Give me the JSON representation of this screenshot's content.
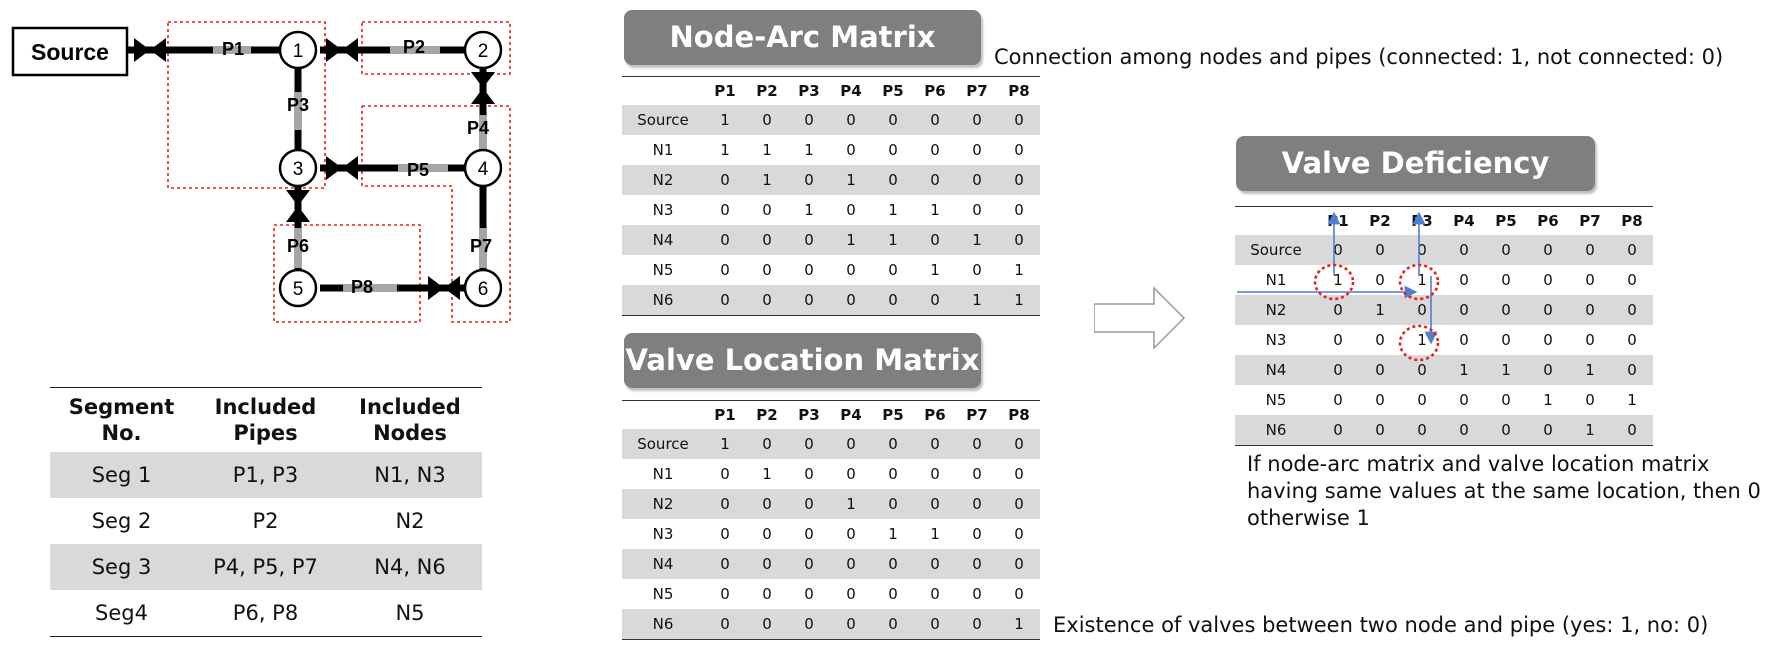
{
  "network": {
    "source_label": "Source",
    "nodes": [
      "1",
      "2",
      "3",
      "4",
      "5",
      "6"
    ],
    "pipes": [
      "P1",
      "P2",
      "P3",
      "P4",
      "P5",
      "P6",
      "P7",
      "P8"
    ]
  },
  "segment_table": {
    "headers": [
      [
        "Segment",
        "No."
      ],
      [
        "Included",
        "Pipes"
      ],
      [
        "Included",
        "Nodes"
      ]
    ],
    "rows": [
      [
        "Seg 1",
        "P1, P3",
        "N1, N3"
      ],
      [
        "Seg 2",
        "P2",
        "N2"
      ],
      [
        "Seg 3",
        "P4, P5, P7",
        "N4, N6"
      ],
      [
        "Seg4",
        "P6, P8",
        "N5"
      ]
    ]
  },
  "node_arc": {
    "title": "Node-Arc Matrix",
    "note": "Connection among nodes and pipes (connected: 1, not connected: 0)",
    "columns": [
      "P1",
      "P2",
      "P3",
      "P4",
      "P5",
      "P6",
      "P7",
      "P8"
    ],
    "rows": [
      {
        "label": "Source",
        "values": [
          "1",
          "0",
          "0",
          "0",
          "0",
          "0",
          "0",
          "0"
        ]
      },
      {
        "label": "N1",
        "values": [
          "1",
          "1",
          "1",
          "0",
          "0",
          "0",
          "0",
          "0"
        ]
      },
      {
        "label": "N2",
        "values": [
          "0",
          "1",
          "0",
          "1",
          "0",
          "0",
          "0",
          "0"
        ]
      },
      {
        "label": "N3",
        "values": [
          "0",
          "0",
          "1",
          "0",
          "1",
          "1",
          "0",
          "0"
        ]
      },
      {
        "label": "N4",
        "values": [
          "0",
          "0",
          "0",
          "1",
          "1",
          "0",
          "1",
          "0"
        ]
      },
      {
        "label": "N5",
        "values": [
          "0",
          "0",
          "0",
          "0",
          "0",
          "1",
          "0",
          "1"
        ]
      },
      {
        "label": "N6",
        "values": [
          "0",
          "0",
          "0",
          "0",
          "0",
          "0",
          "1",
          "1"
        ]
      }
    ]
  },
  "valve_location": {
    "title": "Valve Location Matrix",
    "note": "Existence of valves between two node and pipe (yes: 1, no: 0)",
    "columns": [
      "P1",
      "P2",
      "P3",
      "P4",
      "P5",
      "P6",
      "P7",
      "P8"
    ],
    "rows": [
      {
        "label": "Source",
        "values": [
          "1",
          "0",
          "0",
          "0",
          "0",
          "0",
          "0",
          "0"
        ]
      },
      {
        "label": "N1",
        "values": [
          "0",
          "1",
          "0",
          "0",
          "0",
          "0",
          "0",
          "0"
        ]
      },
      {
        "label": "N2",
        "values": [
          "0",
          "0",
          "0",
          "1",
          "0",
          "0",
          "0",
          "0"
        ]
      },
      {
        "label": "N3",
        "values": [
          "0",
          "0",
          "0",
          "0",
          "1",
          "1",
          "0",
          "0"
        ]
      },
      {
        "label": "N4",
        "values": [
          "0",
          "0",
          "0",
          "0",
          "0",
          "0",
          "0",
          "0"
        ]
      },
      {
        "label": "N5",
        "values": [
          "0",
          "0",
          "0",
          "0",
          "0",
          "0",
          "0",
          "0"
        ]
      },
      {
        "label": "N6",
        "values": [
          "0",
          "0",
          "0",
          "0",
          "0",
          "0",
          "0",
          "1"
        ]
      }
    ]
  },
  "valve_deficiency": {
    "title": "Valve Deficiency Matrix",
    "note_lines": [
      "If node-arc matrix and valve location matrix",
      "having same values at the same location, then 0",
      "otherwise 1"
    ],
    "columns": [
      "P1",
      "P2",
      "P3",
      "P4",
      "P5",
      "P6",
      "P7",
      "P8"
    ],
    "rows": [
      {
        "label": "Source",
        "values": [
          "0",
          "0",
          "0",
          "0",
          "0",
          "0",
          "0",
          "0"
        ]
      },
      {
        "label": "N1",
        "values": [
          "1",
          "0",
          "1",
          "0",
          "0",
          "0",
          "0",
          "0"
        ]
      },
      {
        "label": "N2",
        "values": [
          "0",
          "1",
          "0",
          "0",
          "0",
          "0",
          "0",
          "0"
        ]
      },
      {
        "label": "N3",
        "values": [
          "0",
          "0",
          "1",
          "0",
          "0",
          "0",
          "0",
          "0"
        ]
      },
      {
        "label": "N4",
        "values": [
          "0",
          "0",
          "0",
          "1",
          "1",
          "0",
          "1",
          "0"
        ]
      },
      {
        "label": "N5",
        "values": [
          "0",
          "0",
          "0",
          "0",
          "0",
          "1",
          "0",
          "1"
        ]
      },
      {
        "label": "N6",
        "values": [
          "0",
          "0",
          "0",
          "0",
          "0",
          "0",
          "1",
          "0"
        ]
      }
    ]
  },
  "colors": {
    "banner": "#7f7f7f",
    "stripe": "#d9d9d9",
    "segment_box": "#e8201c",
    "highlight_circle": "#e8201c",
    "trace_arrow": "#4f7fd0",
    "pipe": "#000000",
    "pipe_label_bg": "#a6a6a6"
  }
}
